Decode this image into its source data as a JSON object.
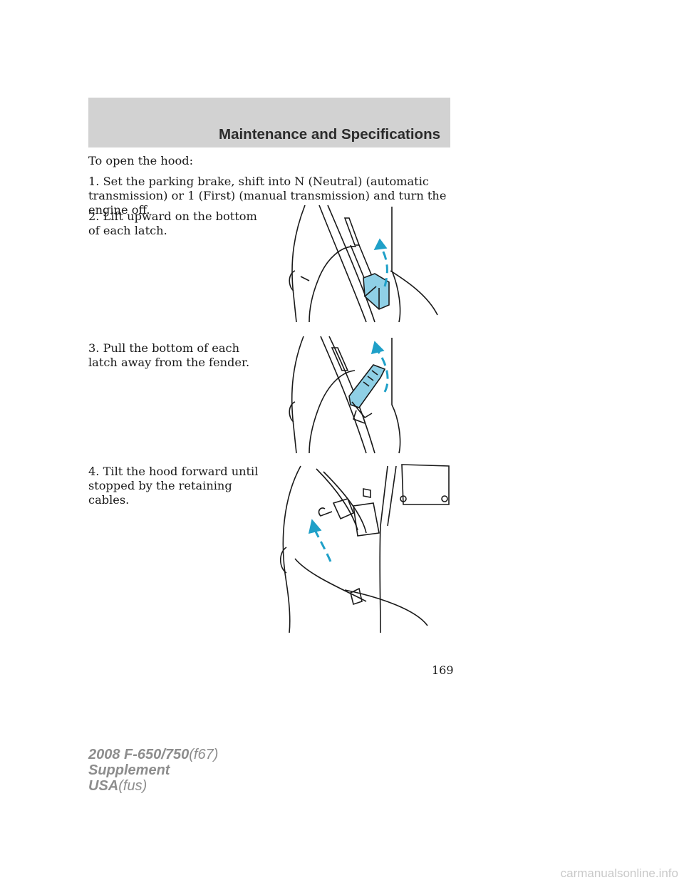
{
  "header": {
    "section_title": "Maintenance and Specifications"
  },
  "content": {
    "intro": "To open the hood:",
    "step1": "1. Set the parking brake, shift into N (Neutral) (automatic transmission) or 1 (First) (manual transmission) and turn the engine off.",
    "step2": "2. Lift upward on the bottom of each latch.",
    "step3": "3. Pull the bottom of each latch away from the fender.",
    "step4": "4. Tilt the hood forward until stopped by the retaining cables."
  },
  "page_number": "169",
  "footer": {
    "line1_bold": "2008 F-650/750",
    "line1_code": "(f67)",
    "line2": "Supplement",
    "line3_bold": "USA",
    "line3_code": "(fus)"
  },
  "watermark": "carmanualsonline.info",
  "colors": {
    "accent": "#1fa0c8",
    "latch_fill": "#8fd0e6",
    "header_band": "#d2d2d2"
  }
}
